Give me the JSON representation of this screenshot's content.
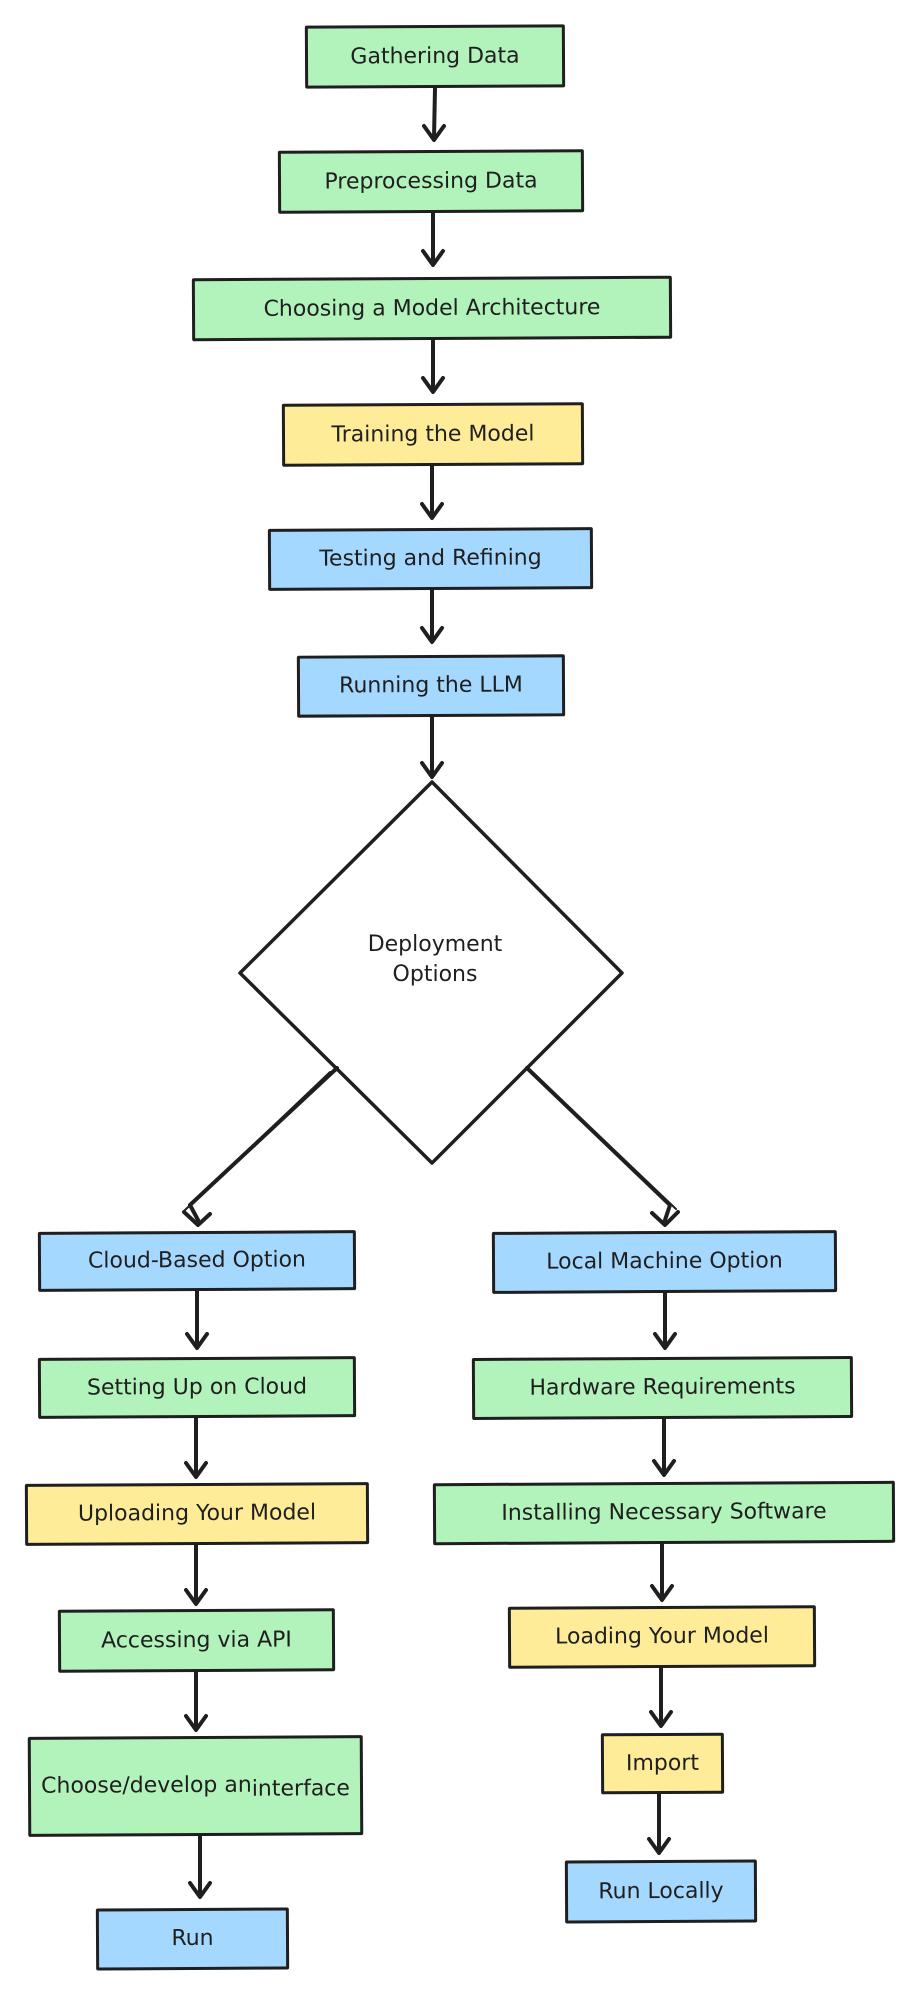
{
  "colors": {
    "process_green": "#b2f2bb",
    "process_yellow": "#ffec99",
    "process_blue": "#a5d8ff",
    "stroke": "#1f1f1f"
  },
  "nodes": {
    "gathering_data": "Gathering Data",
    "preprocessing_data": "Preprocessing Data",
    "choosing_model_architecture": "Choosing a Model Architecture",
    "training_model": "Training the Model",
    "testing_refining": "Testing and Refining",
    "running_llm": "Running the LLM",
    "deployment_options_line1": "Deployment",
    "deployment_options_line2": "Options",
    "cloud_based_option": "Cloud-Based Option",
    "setting_up_cloud": "Setting Up on Cloud",
    "uploading_model": "Uploading Your Model",
    "accessing_api": "Accessing via API",
    "choose_interface_line1": "Choose/develop an",
    "choose_interface_line2": "interface",
    "run": "Run",
    "local_machine_option": "Local Machine Option",
    "hardware_requirements": "Hardware Requirements",
    "installing_software": "Installing Necessary Software",
    "loading_model": "Loading Your Model",
    "import": "Import",
    "run_locally": "Run Locally"
  }
}
